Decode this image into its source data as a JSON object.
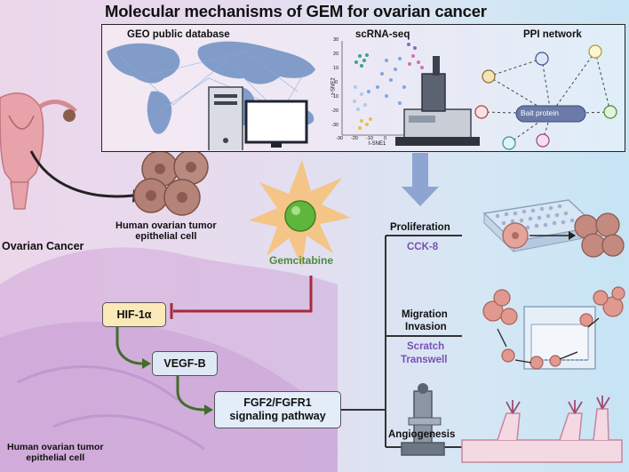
{
  "title": "Molecular mechanisms of GEM for ovarian cancer",
  "panel": {
    "geo_title": "GEO public database",
    "scrna_title": "scRNA-seq",
    "scrna_ylabel": "t-SNE2",
    "scrna_xlabel": "t-SNE1",
    "scrna_xticks": [
      "-30",
      "-20",
      "-10",
      "0"
    ],
    "scrna_yticks": [
      "30",
      "20",
      "10",
      "0",
      "-10",
      "-20",
      "-30"
    ],
    "ppi_title": "PPI network",
    "bait_label": "Bait protein"
  },
  "left": {
    "ovarian_cancer": "Ovarian Cancer",
    "tumor_cell_line1": "Human ovarian tumor",
    "tumor_cell_line2": "epithelial cell",
    "bottom_cell_line1": "Human ovarian tumor",
    "bottom_cell_line2": "epithelial cell"
  },
  "drug": "Gemcitabine",
  "pathway": {
    "hif": "HIF-1α",
    "vegf": "VEGF-B",
    "fgf_line1": "FGF2/FGFR1",
    "fgf_line2": "signaling pathway"
  },
  "outcomes": {
    "proliferation": "Proliferation",
    "cck8": "CCK-8",
    "migration": "Migration",
    "invasion": "Invasion",
    "scratch": "Scratch",
    "transwell": "Transwell",
    "angiogenesis": "Angiogenesis"
  },
  "colors": {
    "inhibit": "#a62a3a",
    "activate": "#3f6e2a",
    "accent_purple": "#7a4fb5",
    "drug_green": "#4c8b3a",
    "down_arrow": "#8ea4d1"
  }
}
